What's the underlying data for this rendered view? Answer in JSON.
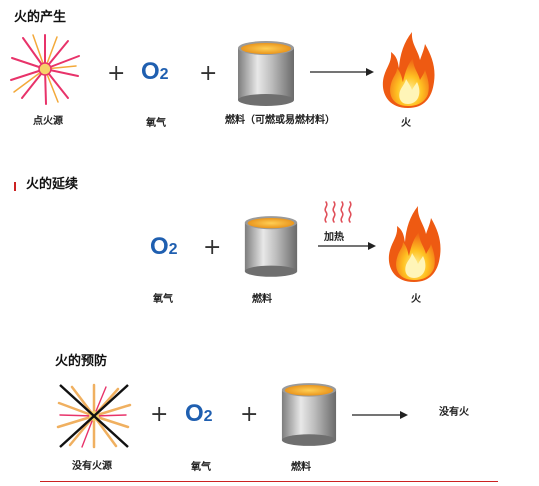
{
  "sections": [
    {
      "title": "火的产生",
      "labels": {
        "source": "点火源",
        "oxygen": "氧气",
        "fuel": "燃料（可燃或易燃材料）",
        "result": "火"
      },
      "o2": {
        "main": "O",
        "sub": "2"
      },
      "plus": "+"
    },
    {
      "title": "火的延续",
      "labels": {
        "oxygen": "氧气",
        "fuel": "燃料",
        "heat": "加热",
        "result": "火"
      },
      "o2": {
        "main": "O",
        "sub": "2"
      },
      "plus": "+"
    },
    {
      "title": "火的预防",
      "labels": {
        "source": "没有火源",
        "oxygen": "氧气",
        "fuel": "燃料",
        "result": "没有火"
      },
      "o2": {
        "main": "O",
        "sub": "2"
      },
      "plus": "+"
    }
  ],
  "colors": {
    "oxygen": "#1f5fb0",
    "divider": "#cc2222",
    "flame_outer": "#f26a1b",
    "flame_inner": "#ffd23a",
    "spark": "#e8336a",
    "heat": "#e0505a"
  },
  "icons": [
    "spark-icon",
    "fuel-can-icon",
    "flame-icon",
    "heat-waves-icon",
    "crossed-spark-icon",
    "arrow-icon"
  ]
}
